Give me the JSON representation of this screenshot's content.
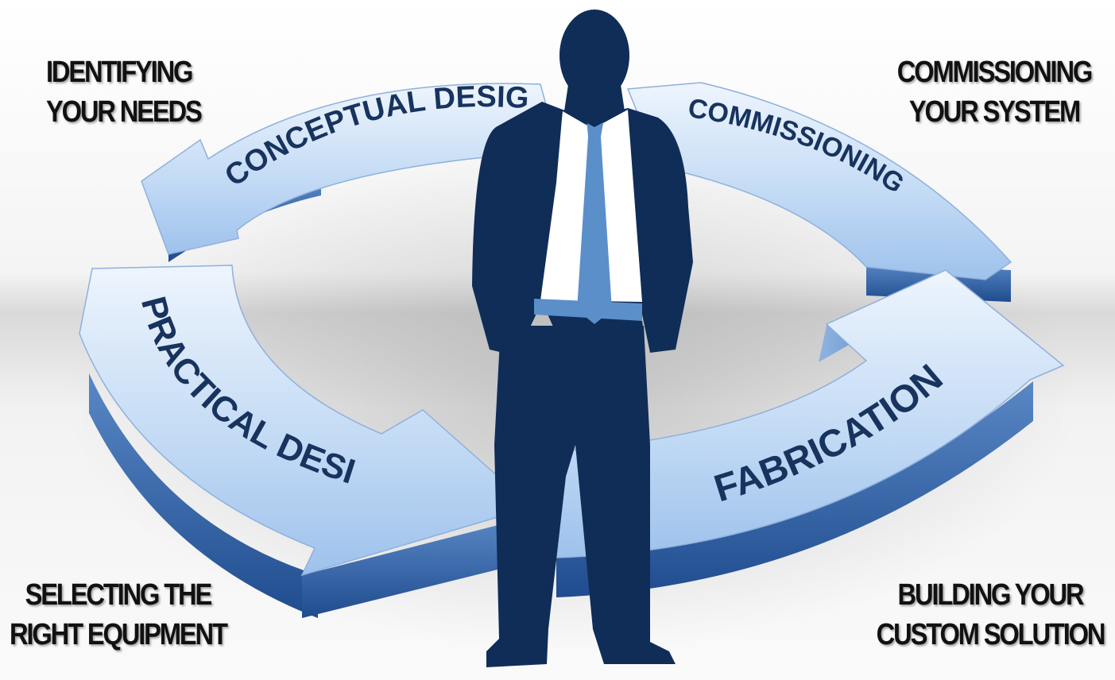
{
  "diagram": {
    "segments": [
      {
        "id": "conceptual",
        "label": "CONCEPTUAL DESIGN"
      },
      {
        "id": "commissioning",
        "label": "COMMISSIONING"
      },
      {
        "id": "fabrication",
        "label": "FABRICATION"
      },
      {
        "id": "practical",
        "label": "PRACTICAL DESIGN"
      }
    ],
    "corner_labels": {
      "top_left": [
        "IDENTIFYING",
        "YOUR NEEDS"
      ],
      "top_right": [
        "COMMISSIONING",
        "YOUR SYSTEM"
      ],
      "bottom_left": [
        "SELECTING THE",
        "RIGHT EQUIPMENT"
      ],
      "bottom_right": [
        "BUILDING YOUR",
        "CUSTOM SOLUTION"
      ]
    },
    "colors": {
      "arrow_light": "#dcebfb",
      "arrow_mid": "#a9c9ef",
      "arrow_side": "#3f6fb2",
      "arrow_side_dark": "#1f4c8e",
      "arc_text": "#17335e",
      "figure_suit": "#0f2d57",
      "figure_tie": "#5b8fca",
      "figure_shirt": "#ffffff"
    }
  }
}
